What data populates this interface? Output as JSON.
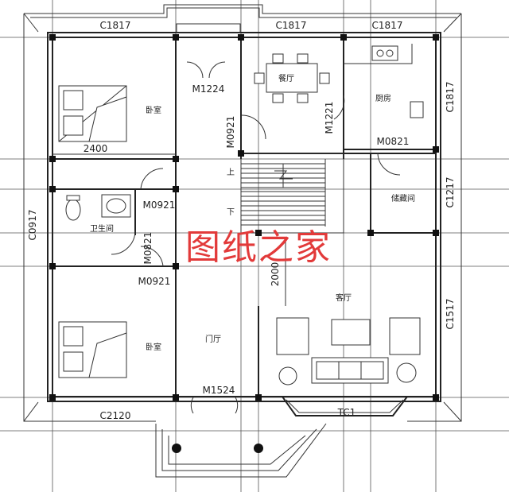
{
  "rooms": {
    "bedroom_top": "卧室",
    "bedroom_bottom": "卧室",
    "dining": "餐厅",
    "kitchen": "厨房",
    "bathroom": "卫生间",
    "storage": "储藏间",
    "living": "客厅",
    "foyer": "门厅"
  },
  "windows": {
    "top_left": "C1817",
    "top_mid": "C1817",
    "top_right": "C1817",
    "right_kitchen": "C1817",
    "right_storage": "C1217",
    "right_living": "C1517",
    "left_bath": "C0917",
    "bottom_bedroom": "C2120",
    "bay": "TC1"
  },
  "doors": {
    "m1224": "M1224",
    "m0921_a": "M0921",
    "m0921_b": "M0921",
    "m0921_c": "M0921",
    "m1221": "M1221",
    "m0821_top": "M0821",
    "m0821_bath": "M0821",
    "m1524": "M1524"
  },
  "dimensions": {
    "bed_width": "2400",
    "stair_depth": "2000"
  },
  "stairs": {
    "up": "上",
    "down": "下"
  },
  "watermark": "图纸之家"
}
